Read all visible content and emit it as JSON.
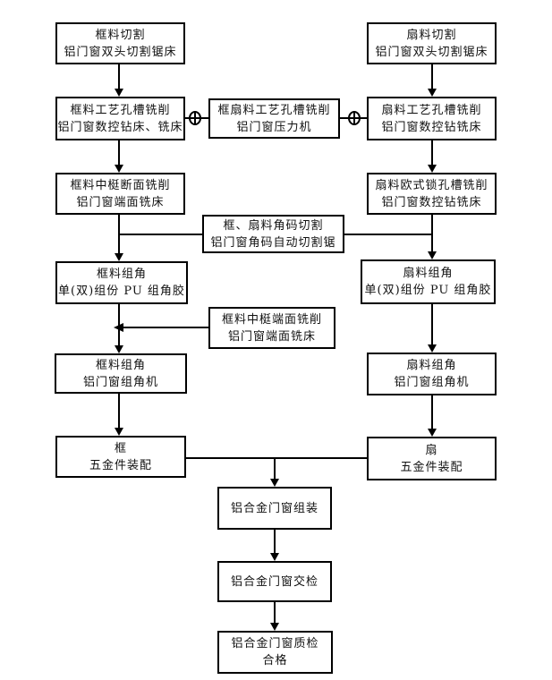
{
  "page": {
    "background_color": "#ffffff",
    "line_color": "#000000",
    "box_border_color": "#000000"
  },
  "nodes": {
    "frame_cut": {
      "line1": "框料切割",
      "line2": "铝门窗双头切割锯床"
    },
    "sash_cut": {
      "line1": "扇料切割",
      "line2": "铝门窗双头切割锯床"
    },
    "frame_mill": {
      "line1": "框料工艺孔槽铣削",
      "line2": "铝门窗数控钻床、铣床"
    },
    "frame_sash_mill": {
      "line1": "框扇料工艺孔槽铣削",
      "line2": "铝门窗压力机"
    },
    "sash_mill": {
      "line1": "扇料工艺孔槽铣削",
      "line2": "铝门窗数控钻铣床"
    },
    "frame_mullion_cut": {
      "line1": "框料中梃断面铣削",
      "line2": "铝门窗端面铣床"
    },
    "sash_lock_mill": {
      "line1": "扇料欧式锁孔槽铣削",
      "line2": "铝门窗数控钻铣床"
    },
    "corner_code_cut": {
      "line1": "框、扇料角码切割",
      "line2": "铝门窗角码自动切割锯"
    },
    "frame_corner_glue": {
      "line1": "框料组角",
      "line2": "单(双)组份 PU 组角胶"
    },
    "sash_corner_glue": {
      "line1": "扇料组角",
      "line2": "单(双)组份 PU 组角胶"
    },
    "frame_mullion_end_mill": {
      "line1": "框料中梃端面铣削",
      "line2": "铝门窗端面铣床"
    },
    "frame_corner_machine": {
      "line1": "框料组角",
      "line2": "铝门窗组角机"
    },
    "sash_corner_machine": {
      "line1": "扇料组角",
      "line2": "铝门窗组角机"
    },
    "frame_hardware": {
      "line1": "框",
      "line2": "五金件装配"
    },
    "sash_hardware": {
      "line1": "扇",
      "line2": "五金件装配"
    },
    "assembly": {
      "line1": "铝合金门窗组装",
      "line2": ""
    },
    "inspection": {
      "line1": "铝合金门窗交检",
      "line2": ""
    },
    "quality": {
      "line1": "铝合金门窗质检",
      "line2": "合格"
    }
  }
}
